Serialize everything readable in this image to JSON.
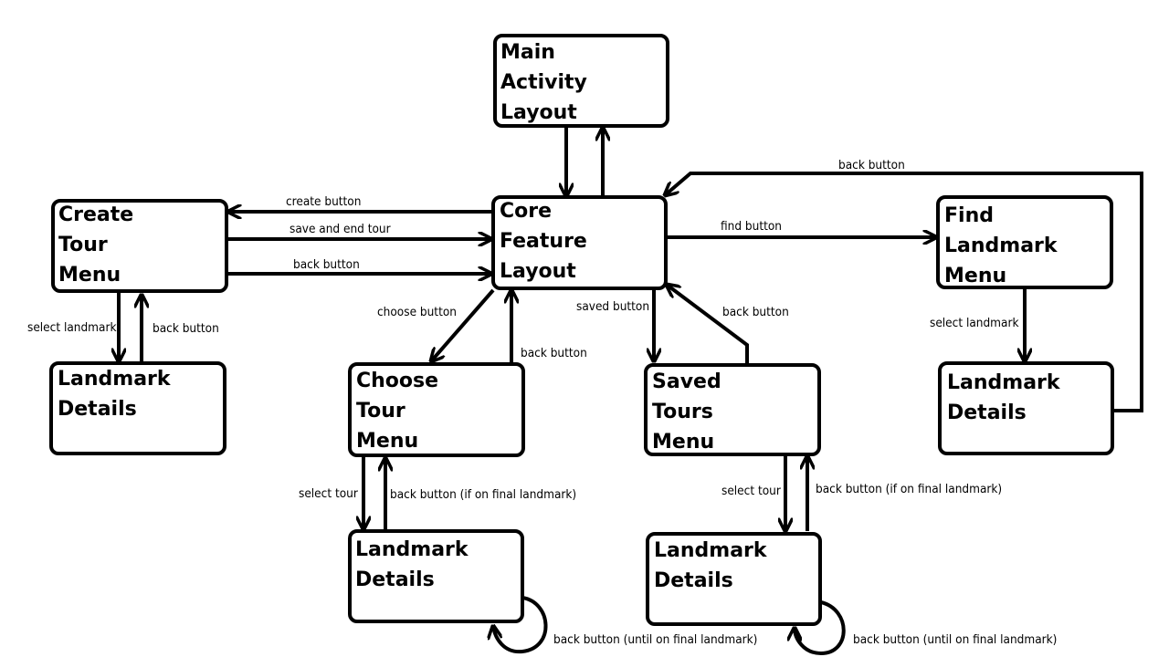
{
  "nodes": {
    "main_activity": [
      "Main",
      "Activity",
      "Layout"
    ],
    "core_feature": [
      "Core",
      "Feature",
      "Layout"
    ],
    "create_tour": [
      "Create",
      "Tour",
      "Menu"
    ],
    "create_landmark": [
      "Landmark",
      "Details"
    ],
    "choose_tour": [
      "Choose",
      "Tour",
      "Menu"
    ],
    "choose_landmark": [
      "Landmark",
      "Details"
    ],
    "saved_tours": [
      "Saved",
      "Tours",
      "Menu"
    ],
    "saved_landmark": [
      "Landmark",
      "Details"
    ],
    "find_landmark": [
      "Find",
      "Landmark",
      "Menu"
    ],
    "find_details": [
      "Landmark",
      "Details"
    ]
  },
  "edges": {
    "create_button": "create button",
    "save_and_end_tour": "save and end tour",
    "back_button_create": "back button",
    "select_landmark_create": "select landmark",
    "back_button_create_details": "back button",
    "choose_button": "choose button",
    "back_button_choose": "back button",
    "select_tour_choose": "select tour",
    "back_final_choose": "back button (if on final landmark)",
    "loop_choose": "back button (until on final landmark)",
    "saved_button": "saved button",
    "back_button_saved": "back button",
    "select_tour_saved": "select tour",
    "back_final_saved": "back button (if on final landmark)",
    "loop_saved": "back button (until on final landmark)",
    "find_button": "find button",
    "select_landmark_find": "select landmark",
    "back_button_find": "back button"
  }
}
